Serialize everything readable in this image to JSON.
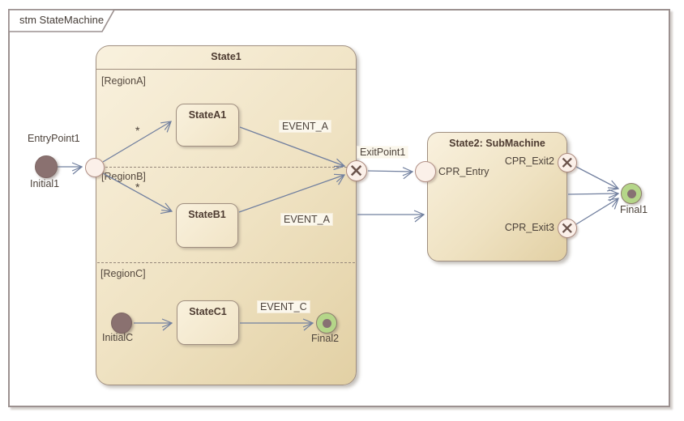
{
  "frame": {
    "label": "stm StateMachine"
  },
  "state1": {
    "title": "State1",
    "region_a_label": "[RegionA]",
    "region_b_label": "[RegionB]",
    "region_c_label": "[RegionC]"
  },
  "state2": {
    "title": "State2: SubMachine"
  },
  "states": {
    "state_a1": "StateA1",
    "state_b1": "StateB1",
    "state_c1": "StateC1"
  },
  "nodes": {
    "initial1": "Initial1",
    "initial_c": "InitialC",
    "entry_point1": "EntryPoint1",
    "exit_point1": "ExitPoint1",
    "cpr_entry": "CPR_Entry",
    "cpr_exit2": "CPR_Exit2",
    "cpr_exit3": "CPR_Exit3",
    "final1": "Final1",
    "final2": "Final2"
  },
  "transitions": {
    "entry_to_a1_label": "*",
    "entry_to_b1_label": "*",
    "a1_to_exit_label": "EVENT_A",
    "b1_to_exit_label": "EVENT_A",
    "c1_to_final2_label": "EVENT_C"
  },
  "colors": {
    "state_fill_top": "#f9f1de",
    "state_fill_bottom": "#e2d0a4",
    "state_border": "#a08f80",
    "transition_line": "#72809f",
    "initial_fill": "#8a7170",
    "entry_exit_fill": "#fbf0e9",
    "entry_exit_border": "#b18f85",
    "exit_cross": "#6b544c",
    "final_fill": "#b5d689",
    "final_dot": "#877173",
    "frame_border": "#9c9190",
    "text": "#4c423a"
  }
}
